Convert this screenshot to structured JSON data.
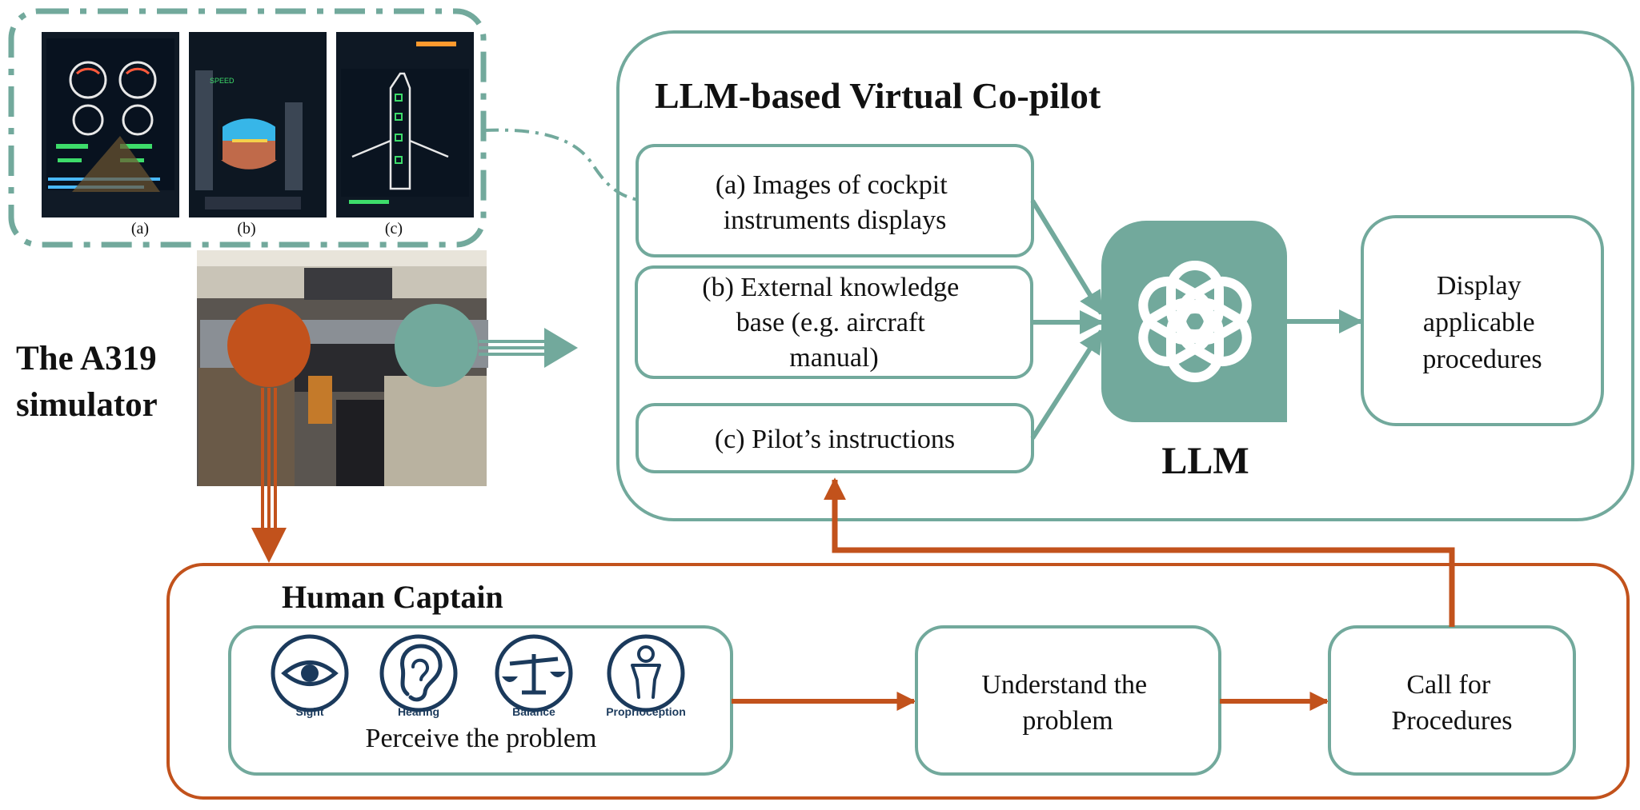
{
  "colors": {
    "teal": "#72a99c",
    "orange": "#c2521c",
    "navy": "#1b3a5c",
    "screen_dark": "#0e1a2a",
    "text": "#111111"
  },
  "simulator": {
    "title_line1": "The A319",
    "title_line2": "simulator",
    "photo_labels": [
      "(a)",
      "(b)",
      "(c)"
    ]
  },
  "copilot": {
    "title": "LLM-based Virtual Co-pilot",
    "inputs": [
      {
        "lines": [
          "(a) Images of cockpit",
          "instruments displays"
        ]
      },
      {
        "lines": [
          "(b) External knowledge",
          "base (e.g. aircraft",
          "manual)"
        ]
      },
      {
        "lines": [
          "(c) Pilot’s instructions"
        ]
      }
    ],
    "llm_label": "LLM",
    "llm_icon": "openai-knot-icon",
    "output": {
      "lines": [
        "Display",
        "applicable",
        "procedures"
      ]
    }
  },
  "captain": {
    "title": "Human Captain",
    "senses": [
      {
        "label": "Sight",
        "icon": "eye-icon"
      },
      {
        "label": "Hearing",
        "icon": "ear-icon"
      },
      {
        "label": "Balance",
        "icon": "scale-icon"
      },
      {
        "label": "Proprioception",
        "icon": "person-icon"
      }
    ],
    "perceive_label": "Perceive the problem",
    "understand": {
      "lines": [
        "Understand the",
        "problem"
      ]
    },
    "call": {
      "lines": [
        "Call for",
        "Procedures"
      ]
    }
  }
}
